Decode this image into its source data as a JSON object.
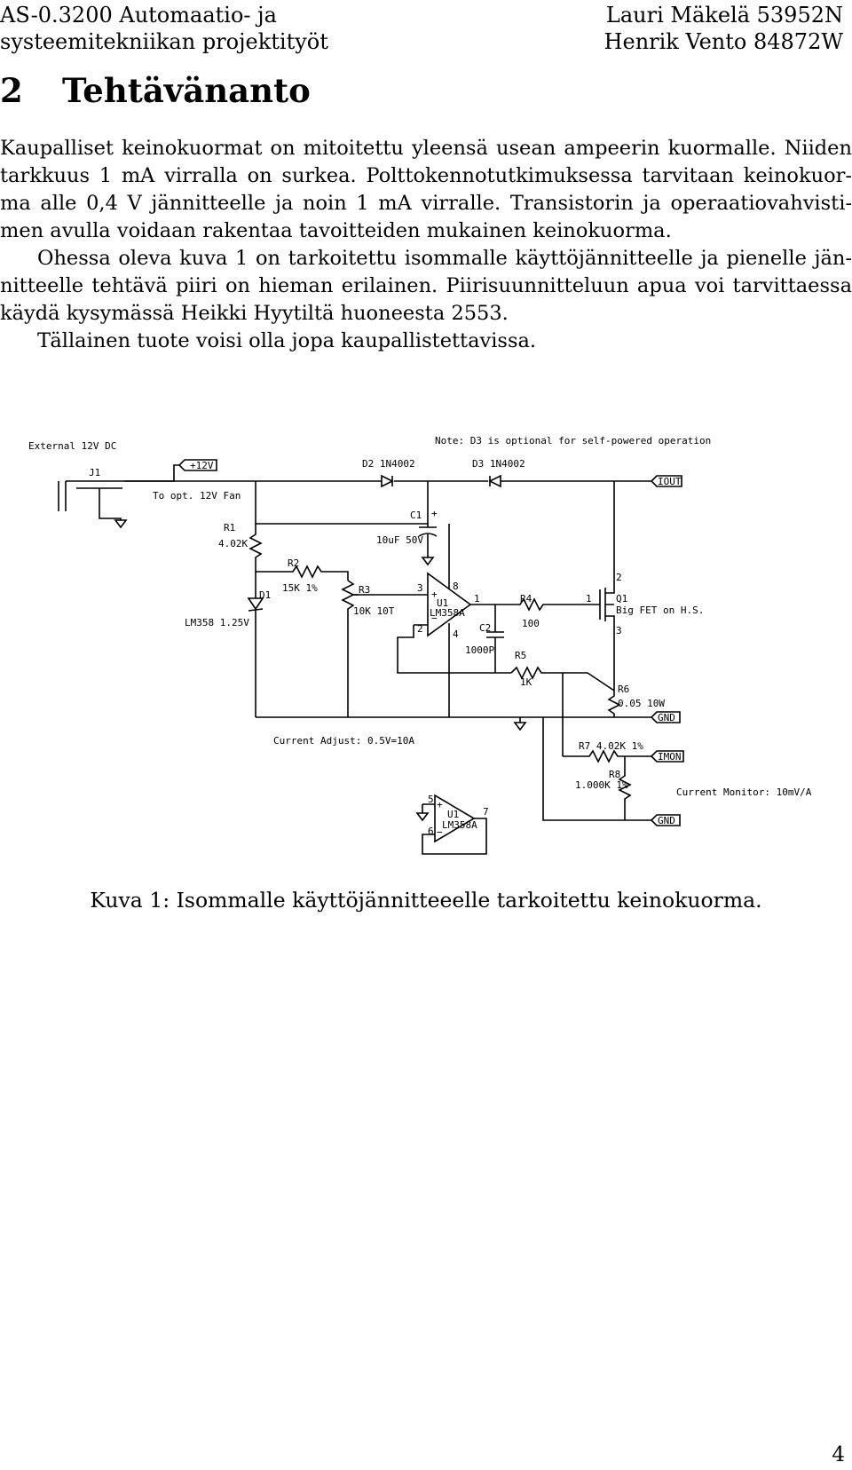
{
  "header": {
    "course_line1": "AS-0.3200 Automaatio- ja",
    "course_line2": "systeemitekniikan projektityöt",
    "author1": "Lauri Mäkelä 53952N",
    "author2": "Henrik Vento 84872W"
  },
  "section": {
    "number": "2",
    "title": "Tehtävänanto"
  },
  "paragraphs": {
    "p1": [
      "Kaupalliset keinokuormat on mitoitettu yleensä usean ampeerin kuormalle. Niiden",
      "tarkkuus 1 mA virralla on surkea. Polttokennotutkimuksessa tarvitaan keinokuor-",
      "ma alle 0,4 V jännitteelle ja noin 1 mA virralle. Transistorin ja operaatiovahvisti-",
      "men avulla voidaan rakentaa tavoitteiden mukainen keinokuorma."
    ],
    "p2": [
      "Ohessa oleva kuva 1 on tarkoitettu isommalle käyttöjännitteelle ja pienelle jän-",
      "nitteelle tehtävä piiri on hieman erilainen. Piirisuunnitteluun apua voi tarvittaessa",
      "käydä kysymässä Heikki Hyytiltä huoneesta 2553."
    ],
    "p3": "Tällainen tuote voisi olla jopa kaupallistettavissa."
  },
  "schematic": {
    "title": "External 12V DC",
    "note": "Note: D3 is optional for self-powered operation",
    "j1": "J1",
    "v12": "+12V",
    "fan": "To opt. 12V Fan",
    "d2": "D2  1N4002",
    "d3": "D3  1N4002",
    "iout": "IOUT",
    "c1": "C1",
    "c1_val": "10uF 50V",
    "r1": "R1",
    "r1_val": "4.02K",
    "r2": "R2",
    "r2_val": "15K 1%",
    "d1": "D1",
    "lm358": "LM358 1.25V",
    "r3": "R3",
    "r3_val": "10K 10T",
    "u1": "U1",
    "u1_part": "LM358A",
    "pin3": "3",
    "pin8": "8",
    "pin2": "2",
    "pin4": "4",
    "pin1": "1",
    "r4": "R4",
    "r4_val": "100",
    "c2": "C2",
    "c2_val": "1000P",
    "r5": "R5",
    "r5_val": "1K",
    "q_pin1": "1",
    "q_pin2": "2",
    "q_pin3": "3",
    "q1": "Q1",
    "q1_desc": "Big FET on H.S.",
    "r6": "R6",
    "r6_val": "0.05 10W",
    "gnd": "GND",
    "current_adjust": "Current Adjust: 0.5V=10A",
    "r7": "R7 4.02K 1%",
    "imon": "IMON",
    "r8": "R8",
    "r8_val": "1.000K 1%",
    "current_monitor": "Current Monitor: 10mV/A",
    "pin5": "5",
    "pin6": "6",
    "pin7": "7",
    "plus": "+",
    "minus": "−"
  },
  "caption": "Kuva 1: Isommalle käyttöjännitteeelle tarkoitettu keinokuorma.",
  "page_number": "4"
}
